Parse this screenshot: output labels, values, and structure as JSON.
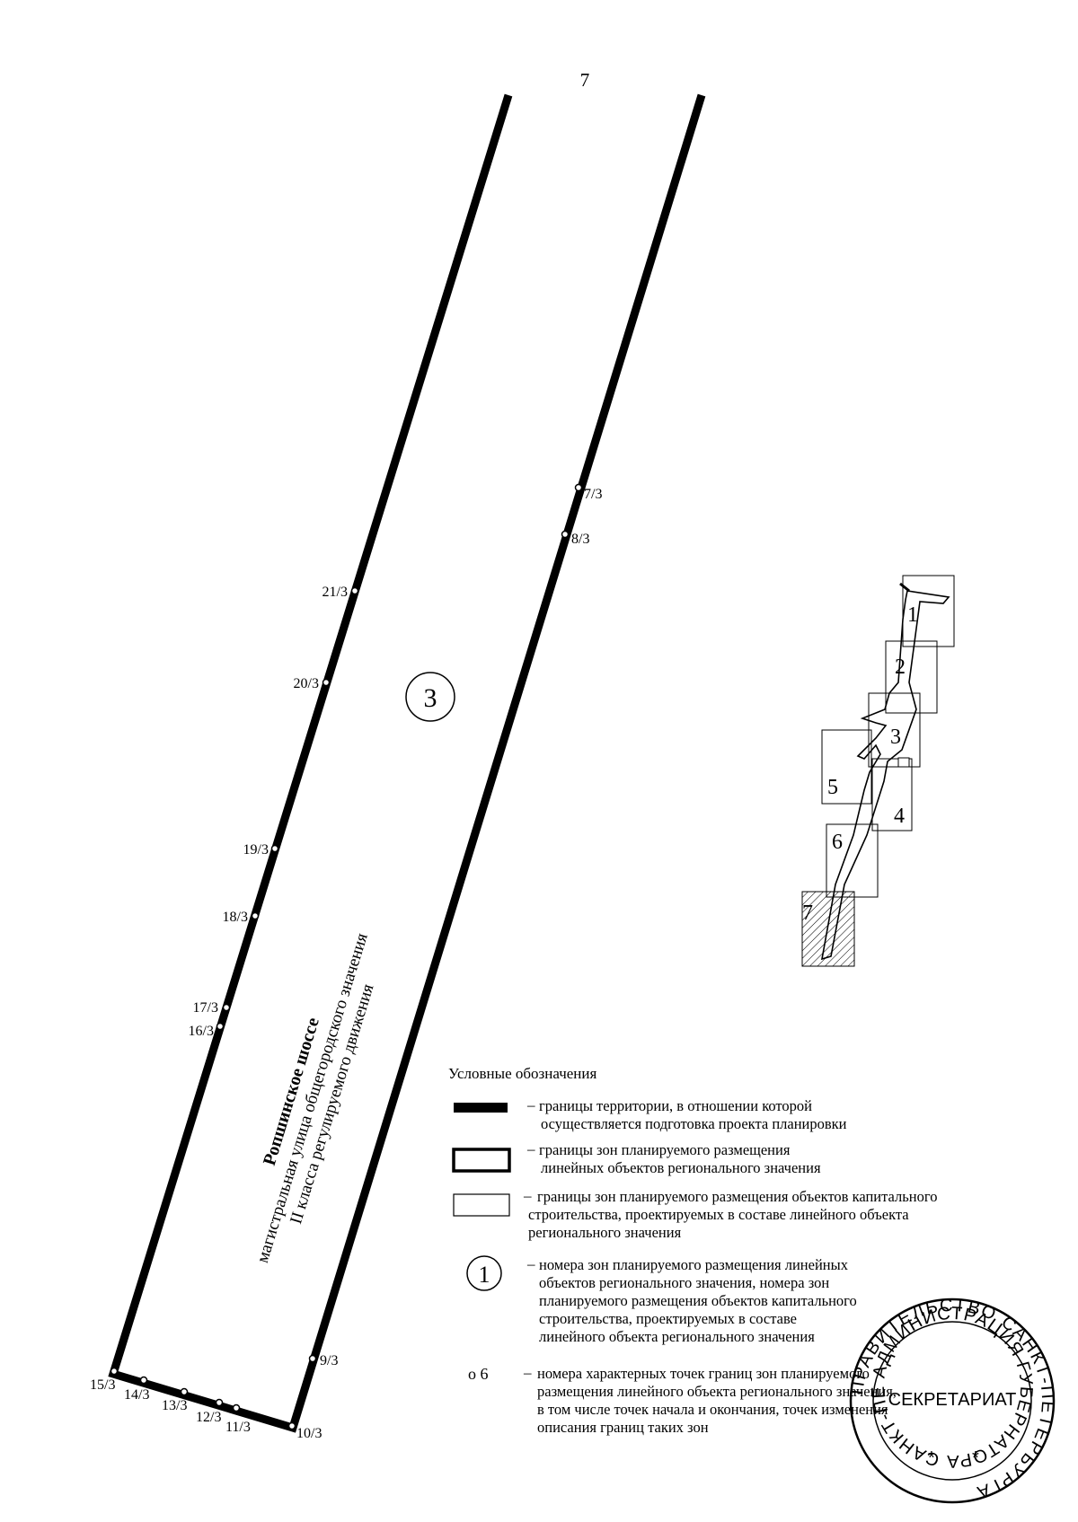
{
  "page_number": "7",
  "zone_number_main": "3",
  "road": {
    "name": "Ропшинское шоссе",
    "line1": "магистральная  улица общегородского значения",
    "line2": "II класса регулируемого движения"
  },
  "points": {
    "p7": "7/3",
    "p8": "8/3",
    "p9": "9/3",
    "p10": "10/3",
    "p11": "11/3",
    "p12": "12/3",
    "p13": "13/3",
    "p14": "14/3",
    "p15": "15/3",
    "p16": "16/3",
    "p17": "17/3",
    "p18": "18/3",
    "p19": "19/3",
    "p20": "20/3",
    "p21": "21/3"
  },
  "index_map": {
    "zones": [
      "1",
      "2",
      "3",
      "4",
      "5",
      "6",
      "7"
    ]
  },
  "legend": {
    "title": "Условные обозначения",
    "item1": {
      "line1": "границы территории, в отношении которой",
      "line2": "осуществляется подготовка проекта планировки"
    },
    "item2": {
      "line1": "границы зон планируемого размещения",
      "line2": "линейных объектов регионального значения"
    },
    "item3": {
      "line1": "границы зон планируемого размещения объектов капитального",
      "line2": "строительства, проектируемых в составе линейного объекта",
      "line3": "регионального значения"
    },
    "item4": {
      "symbol": "1",
      "line1": "номера зон планируемого размещения линейных",
      "line2": "объектов регионального значения, номера зон",
      "line3": "планируемого размещения объектов капитального",
      "line4": "строительства, проектируемых в составе",
      "line5": "линейного  объекта регионального значения"
    },
    "item5": {
      "symbol": "о 6",
      "line1": "номера характерных точек границ зон планируемого",
      "line2": "размещения линейного объекта регионального значения,",
      "line3": "в том числе точек начала и окончания, точек изменения",
      "line4": "описания границ таких зон"
    }
  },
  "stamp": {
    "outer": "ПРАВИТЕЛЬСТВО САНКТ-ПЕТЕРБУРГА",
    "inner": "АДМИНИСТРАЦИЯ ГУБЕРНАТОРА САНКТ-ПЕТЕРБУРГА",
    "center": "СЕКРЕТАРИАТ"
  }
}
